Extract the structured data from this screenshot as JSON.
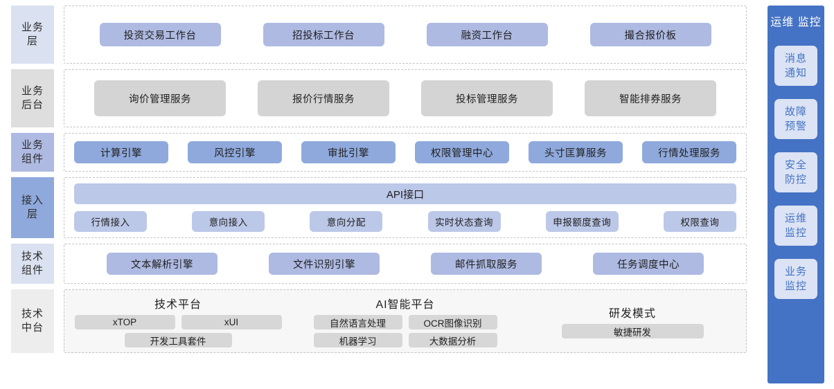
{
  "layers": [
    {
      "id": "business-layer",
      "label_lines": [
        "业务",
        "层"
      ],
      "label_bg": "#dae1f0",
      "items": [
        {
          "text": "投资交易工作台"
        },
        {
          "text": "招投标工作台"
        },
        {
          "text": "融资工作台"
        },
        {
          "text": "撮合报价板"
        }
      ]
    },
    {
      "id": "business-backend",
      "label_lines": [
        "业务",
        "后台"
      ],
      "label_bg": "#dedede",
      "items": [
        {
          "text": "询价管理服务"
        },
        {
          "text": "报价行情服务"
        },
        {
          "text": "投标管理服务"
        },
        {
          "text": "智能排券服务"
        }
      ]
    },
    {
      "id": "business-components",
      "label_lines": [
        "业务",
        "组件"
      ],
      "label_bg": "#aebae2",
      "items": [
        {
          "text": "计算引擎"
        },
        {
          "text": "风控引擎"
        },
        {
          "text": "审批引擎"
        },
        {
          "text": "权限管理中心"
        },
        {
          "text": "头寸匡算服务"
        },
        {
          "text": "行情处理服务"
        }
      ]
    },
    {
      "id": "access-layer",
      "label_lines": [
        "接入",
        "层"
      ],
      "label_bg": "#8fa9dc",
      "api_bar": "API接口",
      "items": [
        {
          "text": "行情接入"
        },
        {
          "text": "意向接入"
        },
        {
          "text": "意向分配"
        },
        {
          "text": "实时状态查询"
        },
        {
          "text": "申报额度查询"
        },
        {
          "text": "权限查询"
        }
      ]
    },
    {
      "id": "tech-components",
      "label_lines": [
        "技术",
        "组件"
      ],
      "label_bg": "#dae1f0",
      "items": [
        {
          "text": "文本解析引擎"
        },
        {
          "text": "文件识别引擎"
        },
        {
          "text": "邮件抓取服务"
        },
        {
          "text": "任务调度中心"
        }
      ]
    },
    {
      "id": "tech-midplatform",
      "label_lines": [
        "技术",
        "中台"
      ],
      "label_bg": "#ededed",
      "platforms": [
        {
          "title": "技术平台",
          "items": [
            "xTOP",
            "xUI",
            "开发工具套件"
          ]
        },
        {
          "title": "AI智能平台",
          "items": [
            "自然语言处理",
            "OCR图像识别",
            "机器学习",
            "大数据分析"
          ]
        },
        {
          "title": "研发模式",
          "items": [
            "敏捷研发"
          ]
        }
      ]
    }
  ],
  "sidebar": {
    "title_lines": [
      "运维",
      "监控"
    ],
    "bg": "#4472c4",
    "items": [
      {
        "lines": [
          "消息",
          "通知"
        ]
      },
      {
        "lines": [
          "故障",
          "预警"
        ]
      },
      {
        "lines": [
          "安全",
          "防控"
        ]
      },
      {
        "lines": [
          "运维",
          "监控"
        ]
      },
      {
        "lines": [
          "业务",
          "监控"
        ]
      }
    ]
  }
}
